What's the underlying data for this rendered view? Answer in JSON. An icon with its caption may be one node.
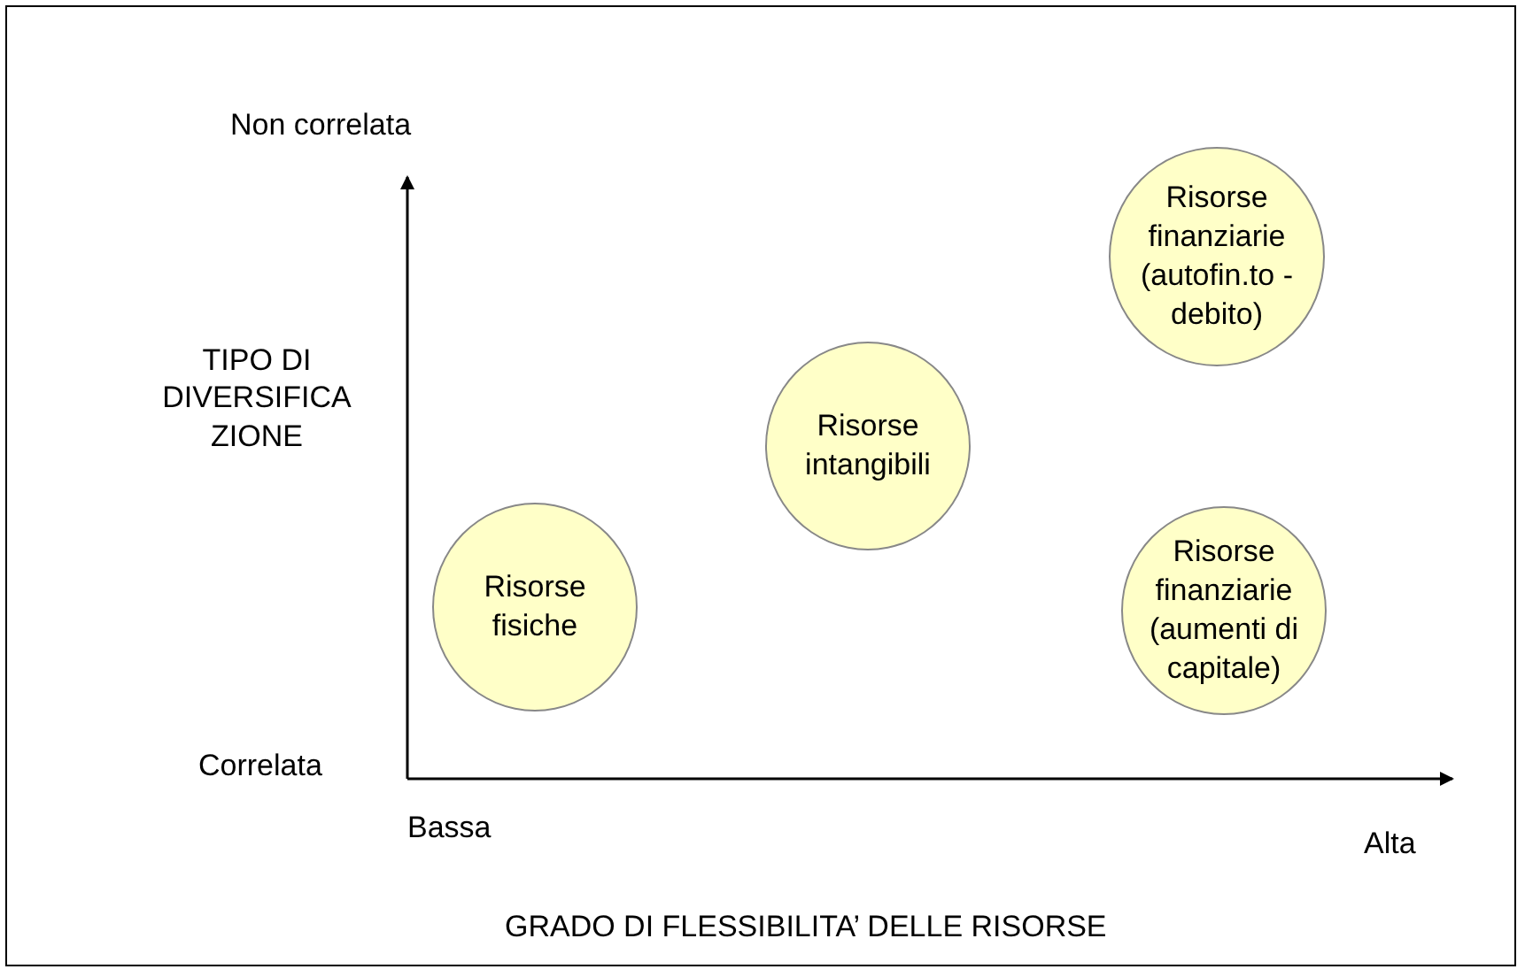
{
  "diagram": {
    "nodes": [
      {
        "text": [
          "Risorse finanziarie (autofin.to - debito)"
        ]
      },
      {
        "text": [
          "Risorse intangibili"
        ]
      },
      {
        "text": [
          "Risorse fisiche"
        ]
      },
      {
        "text": [
          "Risorse finanziarie (aumenti di capitale)"
        ]
      }
    ],
    "labels": [
      "Non correlata",
      "TIPO DI DIVERSIFICA ZIONE",
      "Correlata",
      "Bassa",
      "Alta",
      "GRADO DI FLESSIBILITA’ DELLE RISORSE"
    ]
  }
}
